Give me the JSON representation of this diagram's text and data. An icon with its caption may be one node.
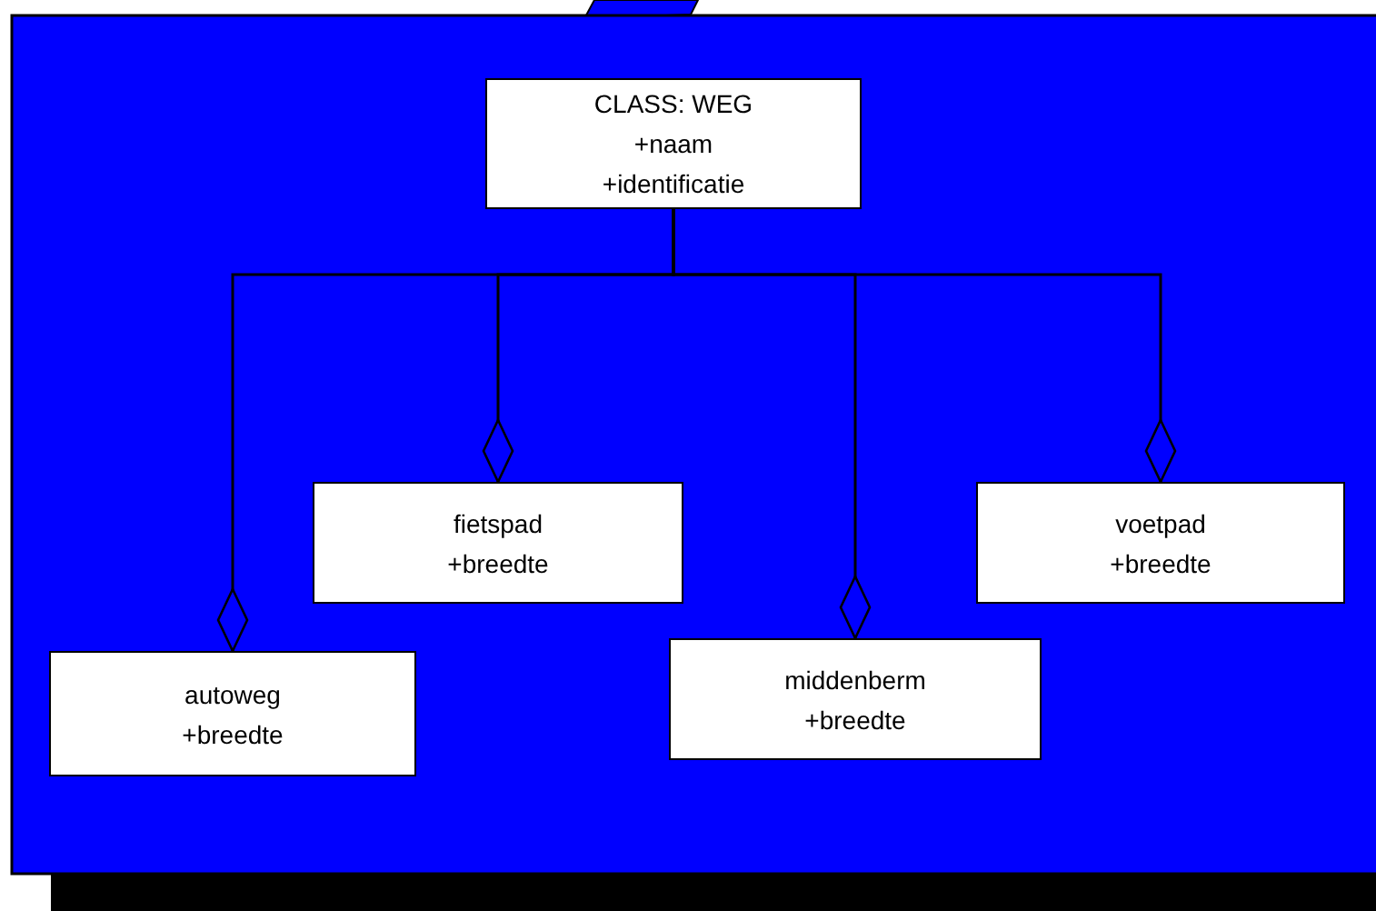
{
  "diagram": {
    "nodes": [
      {
        "text": [
          "CLASS: WEG",
          "+naam",
          "+identificatie"
        ]
      },
      {
        "text": [
          "fietspad",
          "+breedte"
        ]
      },
      {
        "text": [
          "voetpad",
          "+breedte"
        ]
      },
      {
        "text": [
          "autoweg",
          "+breedte"
        ]
      },
      {
        "text": [
          "middenberm",
          "+breedte"
        ]
      }
    ],
    "edges": [
      {
        "from": 0,
        "to": 3,
        "arrow": "other"
      },
      {
        "from": 0,
        "to": 1,
        "arrow": "other"
      },
      {
        "from": 0,
        "to": 4,
        "arrow": "other"
      },
      {
        "from": 0,
        "to": 2,
        "arrow": "other"
      }
    ]
  }
}
